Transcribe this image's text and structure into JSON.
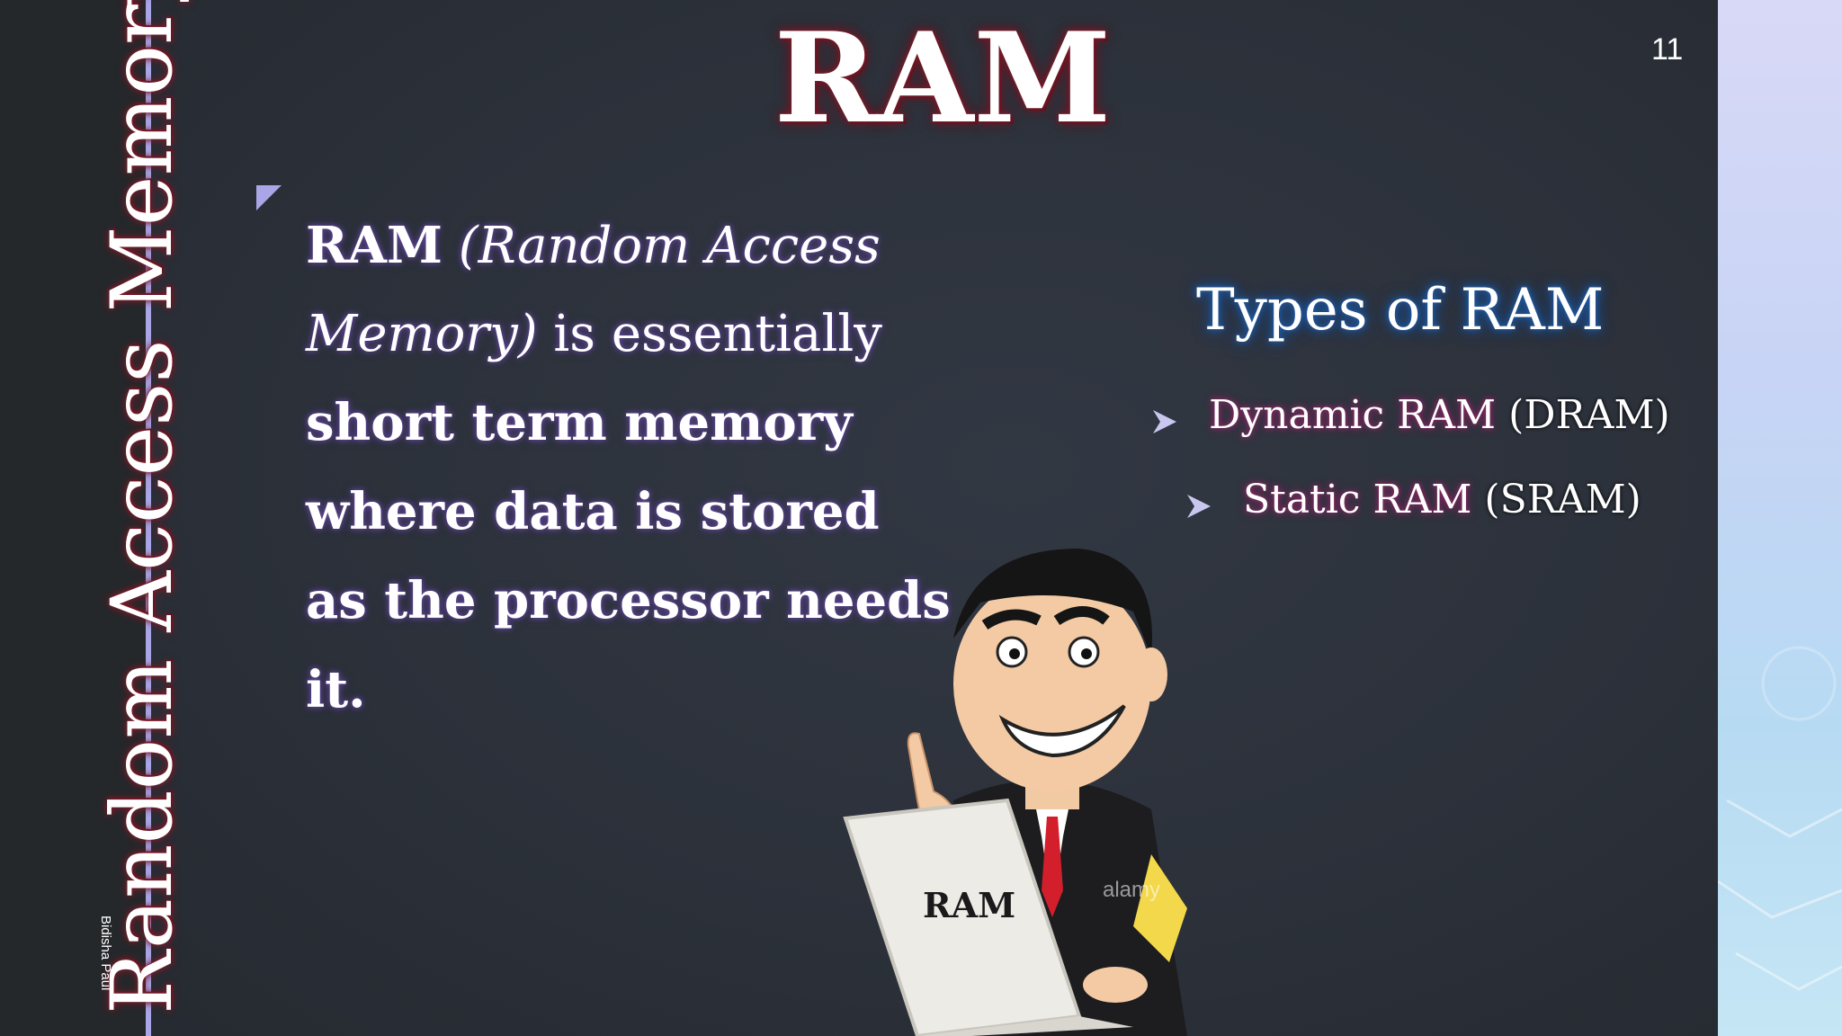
{
  "sidebar": {
    "vertical_title": "Random Access Memory",
    "author": "Bidisha Paul"
  },
  "slide": {
    "title": "RAM",
    "number": "11"
  },
  "body": {
    "term": "RAM",
    "expansion": "(Random Access Memory)",
    "connector": " is essentially",
    "rest": "short term memory where data is stored as the processor needs it."
  },
  "types": {
    "heading": "Types of RAM",
    "items": [
      {
        "name": "Dynamic RAM",
        "abbr": "(DRAM)"
      },
      {
        "name": "Static RAM",
        "abbr": "(SRAM)"
      }
    ]
  },
  "illustration": {
    "laptop_label": "RAM",
    "watermark": "alamy"
  },
  "colors": {
    "sidebar_bg": "#25282b",
    "slide_bg": "#2b3039",
    "accent_rule": "#a9a5e6",
    "title_glow": "#7a1c2a",
    "heading_glow": "#1f5fae"
  }
}
